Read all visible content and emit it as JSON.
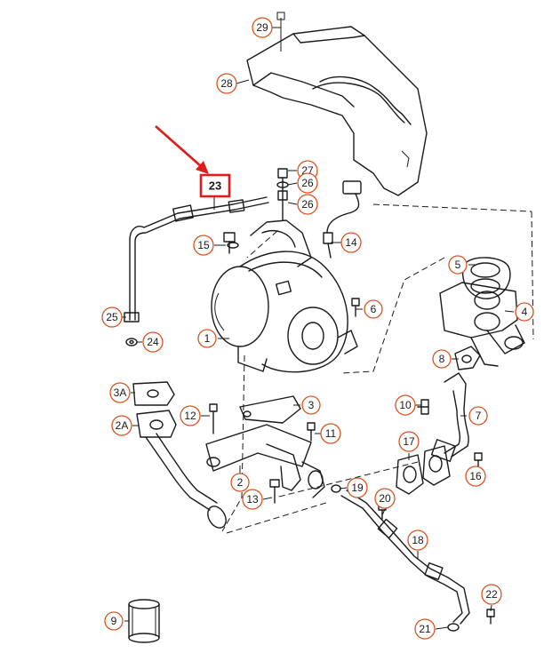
{
  "diagram": {
    "highlight": {
      "label": "23",
      "color": "#e01b1b"
    },
    "callout_color": "#d9531e",
    "callouts": [
      {
        "id": "29",
        "label": "29"
      },
      {
        "id": "28",
        "label": "28"
      },
      {
        "id": "27",
        "label": "27"
      },
      {
        "id": "26a",
        "label": "26"
      },
      {
        "id": "26b",
        "label": "26"
      },
      {
        "id": "14",
        "label": "14"
      },
      {
        "id": "15",
        "label": "15"
      },
      {
        "id": "5",
        "label": "5"
      },
      {
        "id": "4",
        "label": "4"
      },
      {
        "id": "6",
        "label": "6"
      },
      {
        "id": "25",
        "label": "25"
      },
      {
        "id": "24",
        "label": "24"
      },
      {
        "id": "1",
        "label": "1"
      },
      {
        "id": "8",
        "label": "8"
      },
      {
        "id": "3A",
        "label": "3A"
      },
      {
        "id": "3",
        "label": "3"
      },
      {
        "id": "10",
        "label": "10"
      },
      {
        "id": "7",
        "label": "7"
      },
      {
        "id": "12",
        "label": "12"
      },
      {
        "id": "2A",
        "label": "2A"
      },
      {
        "id": "11",
        "label": "11"
      },
      {
        "id": "17",
        "label": "17"
      },
      {
        "id": "16",
        "label": "16"
      },
      {
        "id": "2",
        "label": "2"
      },
      {
        "id": "19",
        "label": "19"
      },
      {
        "id": "13",
        "label": "13"
      },
      {
        "id": "20",
        "label": "20"
      },
      {
        "id": "18",
        "label": "18"
      },
      {
        "id": "22",
        "label": "22"
      },
      {
        "id": "9",
        "label": "9"
      },
      {
        "id": "21",
        "label": "21"
      }
    ]
  }
}
